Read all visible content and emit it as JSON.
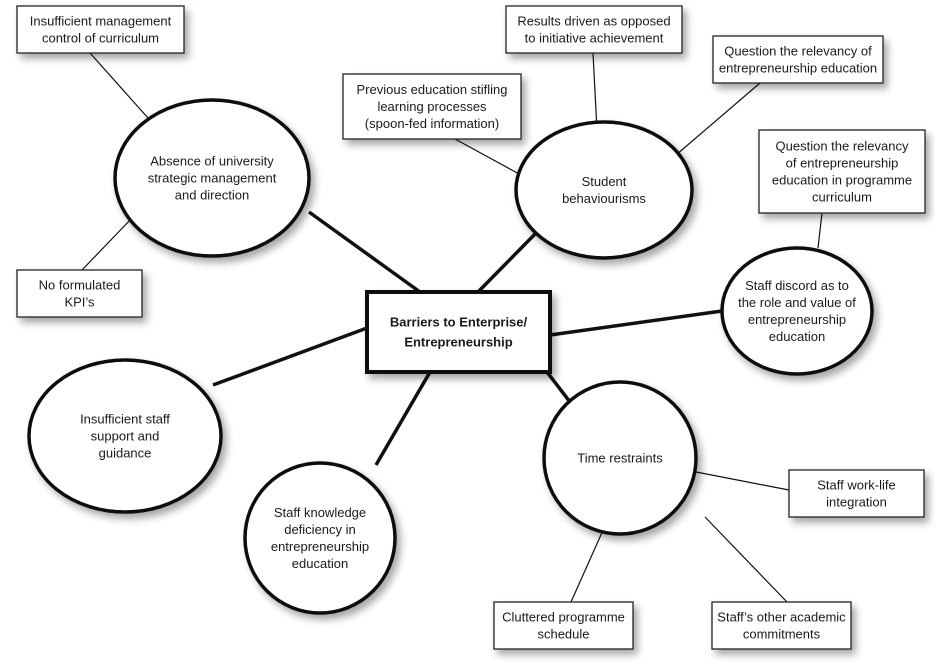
{
  "diagram": {
    "title": "Barriers to Enterprise/ Entrepreneurship",
    "center": {
      "lines": [
        "Barriers to Enterprise/",
        "Entrepreneurship"
      ]
    },
    "branches": [
      {
        "id": "strategic",
        "lines": [
          "Absence of university",
          "strategic management",
          "and direction"
        ],
        "leaves": [
          {
            "lines": [
              "Insufficient management",
              "control of curriculum"
            ]
          },
          {
            "lines": [
              "No formulated",
              "KPI’s"
            ]
          }
        ]
      },
      {
        "id": "student",
        "lines": [
          "Student",
          "behaviourisms"
        ],
        "leaves": [
          {
            "lines": [
              "Previous education stifling",
              "learning processes",
              "(spoon-fed information)"
            ]
          },
          {
            "lines": [
              "Results driven as opposed",
              "to initiative achievement"
            ]
          },
          {
            "lines": [
              "Question the relevancy of",
              "entrepreneurship education"
            ]
          }
        ]
      },
      {
        "id": "discord",
        "lines": [
          "Staff discord as to",
          "the role and value of",
          "entrepreneurship",
          "education"
        ],
        "leaves": [
          {
            "lines": [
              "Question the relevancy",
              "of entrepreneurship",
              "education in programme",
              "curriculum"
            ]
          }
        ]
      },
      {
        "id": "time",
        "lines": [
          "Time restraints"
        ],
        "leaves": [
          {
            "lines": [
              "Staff work-life",
              "integration"
            ]
          },
          {
            "lines": [
              "Cluttered programme",
              "schedule"
            ]
          },
          {
            "lines": [
              "Staff’s other academic",
              "commitments"
            ]
          }
        ]
      },
      {
        "id": "knowledge",
        "lines": [
          "Staff knowledge",
          "deficiency in",
          "entrepreneurship",
          "education"
        ],
        "leaves": []
      },
      {
        "id": "support",
        "lines": [
          "Insufficient staff",
          "support and",
          "guidance"
        ],
        "leaves": []
      }
    ]
  }
}
